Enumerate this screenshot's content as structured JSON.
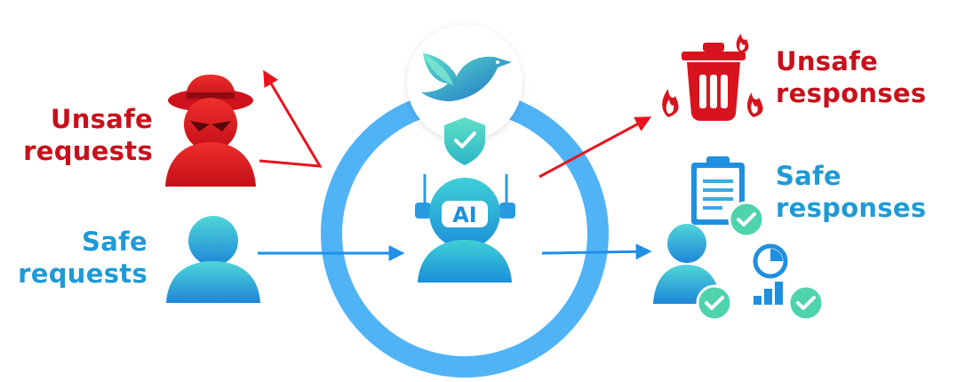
{
  "labels": {
    "unsafe_requests": [
      "Unsafe",
      "requests"
    ],
    "safe_requests": [
      "Safe",
      "requests"
    ],
    "unsafe_responses": [
      "Unsafe",
      "responses"
    ],
    "safe_responses": [
      "Safe",
      "responses"
    ]
  },
  "robot_badge": "AI",
  "colors": {
    "unsafe": "#c8101b",
    "safe_text": "#1f9ad6",
    "safe_arrow": "#1f8fe8",
    "ring": "#4fb3f6",
    "check": "#4ed3ad"
  },
  "icons": [
    "bird-logo-icon",
    "shield-check-icon",
    "spy-hacker-icon",
    "user-icon",
    "robot-ai-icon",
    "burning-trash-icon",
    "clipboard-check-icon",
    "user-check-icon",
    "chart-check-icon"
  ]
}
